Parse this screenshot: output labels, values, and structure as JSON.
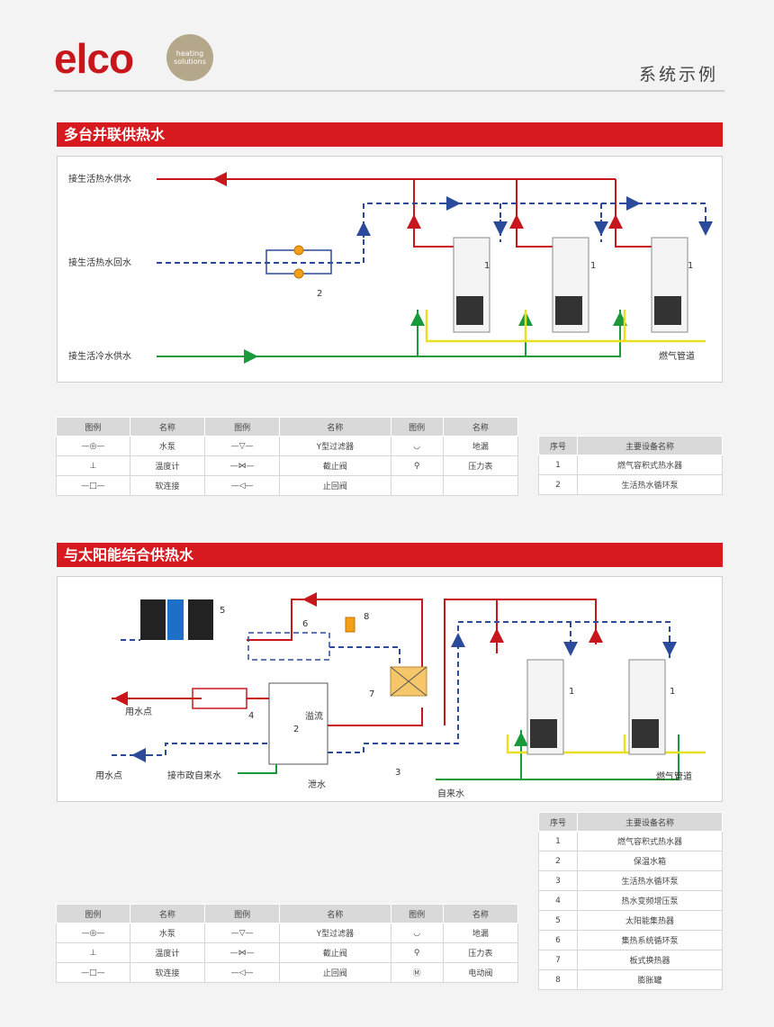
{
  "brand": {
    "name": "elco",
    "tagline_1": "heating",
    "tagline_2": "solutions"
  },
  "page_title": "系统示例",
  "section1": {
    "title": "多台并联供热水",
    "labels": {
      "hot_supply": "接生活热水供水",
      "hot_return": "接生活热水回水",
      "cold_supply": "接生活冷水供水",
      "gas_pipe": "燃气管道"
    },
    "numbers": [
      "1",
      "1",
      "1",
      "2"
    ],
    "legend": {
      "headers": [
        "图例",
        "名称",
        "图例",
        "名称",
        "图例",
        "名称"
      ],
      "rows": [
        [
          "水泵",
          "Y型过滤器",
          "地漏"
        ],
        [
          "温度计",
          "截止阀",
          "压力表"
        ],
        [
          "软连接",
          "止回阀",
          ""
        ]
      ]
    },
    "equipment": {
      "headers": [
        "序号",
        "主要设备名称"
      ],
      "rows": [
        [
          "1",
          "燃气容积式热水器"
        ],
        [
          "2",
          "生活热水循环泵"
        ]
      ]
    }
  },
  "section2": {
    "title": "与太阳能结合供热水",
    "labels": {
      "use_point_1": "用水点",
      "use_point_2": "用水点",
      "municipal": "接市政自来水",
      "overflow": "溢流",
      "drain": "泄水",
      "tap_water": "自来水",
      "gas_pipe": "燃气管道"
    },
    "numbers": [
      "1",
      "1",
      "2",
      "3",
      "4",
      "5",
      "6",
      "7",
      "8"
    ],
    "legend": {
      "headers": [
        "图例",
        "名称",
        "图例",
        "名称",
        "图例",
        "名称"
      ],
      "rows": [
        [
          "水泵",
          "Y型过滤器",
          "地漏"
        ],
        [
          "温度计",
          "截止阀",
          "压力表"
        ],
        [
          "软连接",
          "止回阀",
          "电动阀"
        ]
      ]
    },
    "equipment": {
      "headers": [
        "序号",
        "主要设备名称"
      ],
      "rows": [
        [
          "1",
          "燃气容积式热水器"
        ],
        [
          "2",
          "保温水箱"
        ],
        [
          "3",
          "生活热水循环泵"
        ],
        [
          "4",
          "热水变频增压泵"
        ],
        [
          "5",
          "太阳能集热器"
        ],
        [
          "6",
          "集热系统循环泵"
        ],
        [
          "7",
          "板式换热器"
        ],
        [
          "8",
          "膨胀罐"
        ]
      ]
    }
  },
  "colors": {
    "accent_red": "#d61a1f",
    "hot_pipe": "#c8171c",
    "return_pipe": "#2b4a9a",
    "cold_pipe": "#1a9a3a",
    "gas_pipe": "#e8e020"
  }
}
